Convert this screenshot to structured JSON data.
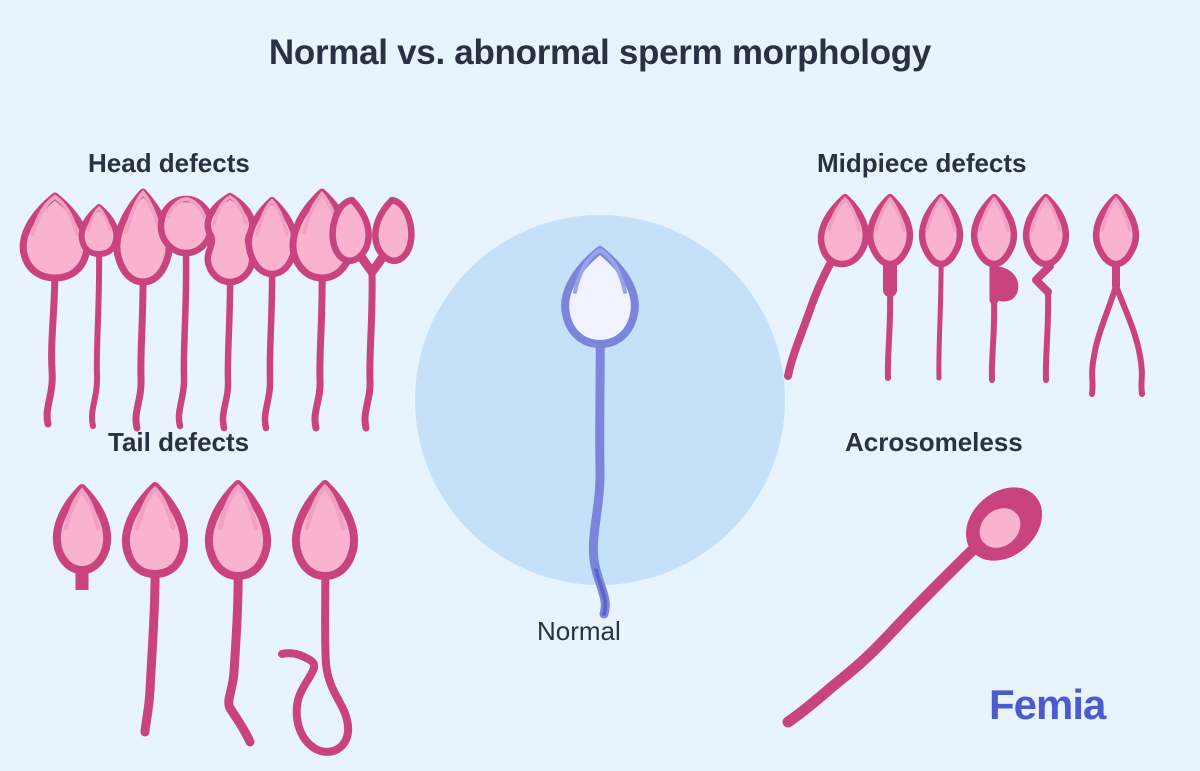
{
  "page": {
    "title": "Normal vs. abnormal sperm morphology",
    "background_color": "#e8f4fd"
  },
  "colors": {
    "background": "#e8f4fd",
    "circle_fill": "#c5e1f9",
    "title_text": "#2b3044",
    "label_text": "#2b3044",
    "abnormal_outline": "#c9447f",
    "abnormal_fill": "#f9b3ce",
    "abnormal_acrosome": "#f2a0c2",
    "normal_outline": "#7b85dc",
    "normal_fill": "#f0f2fe",
    "brand": "#4a5ccd"
  },
  "sections": {
    "head_defects": {
      "label": "Head defects",
      "count": 8,
      "items": [
        "large-head",
        "small-head",
        "tapered-head",
        "round-head",
        "amorphous-head",
        "pyriform-head",
        "pinhead",
        "double-head"
      ]
    },
    "midpiece_defects": {
      "label": "Midpiece defects",
      "count": 6,
      "items": [
        "bent-midpiece",
        "thick-midpiece",
        "thin-midpiece",
        "cytoplasmic-droplet",
        "kinked-midpiece",
        "double-tail"
      ]
    },
    "tail_defects": {
      "label": "Tail defects",
      "count": 4,
      "items": [
        "short-tail",
        "straight-tail",
        "bent-tail",
        "coiled-tail"
      ]
    },
    "acrosomeless": {
      "label": "Acrosomeless",
      "count": 1,
      "items": [
        "acrosomeless-sperm"
      ]
    },
    "normal": {
      "label": "Normal",
      "count": 1,
      "items": [
        "normal-sperm"
      ]
    }
  },
  "brand": {
    "name": "Femia"
  }
}
